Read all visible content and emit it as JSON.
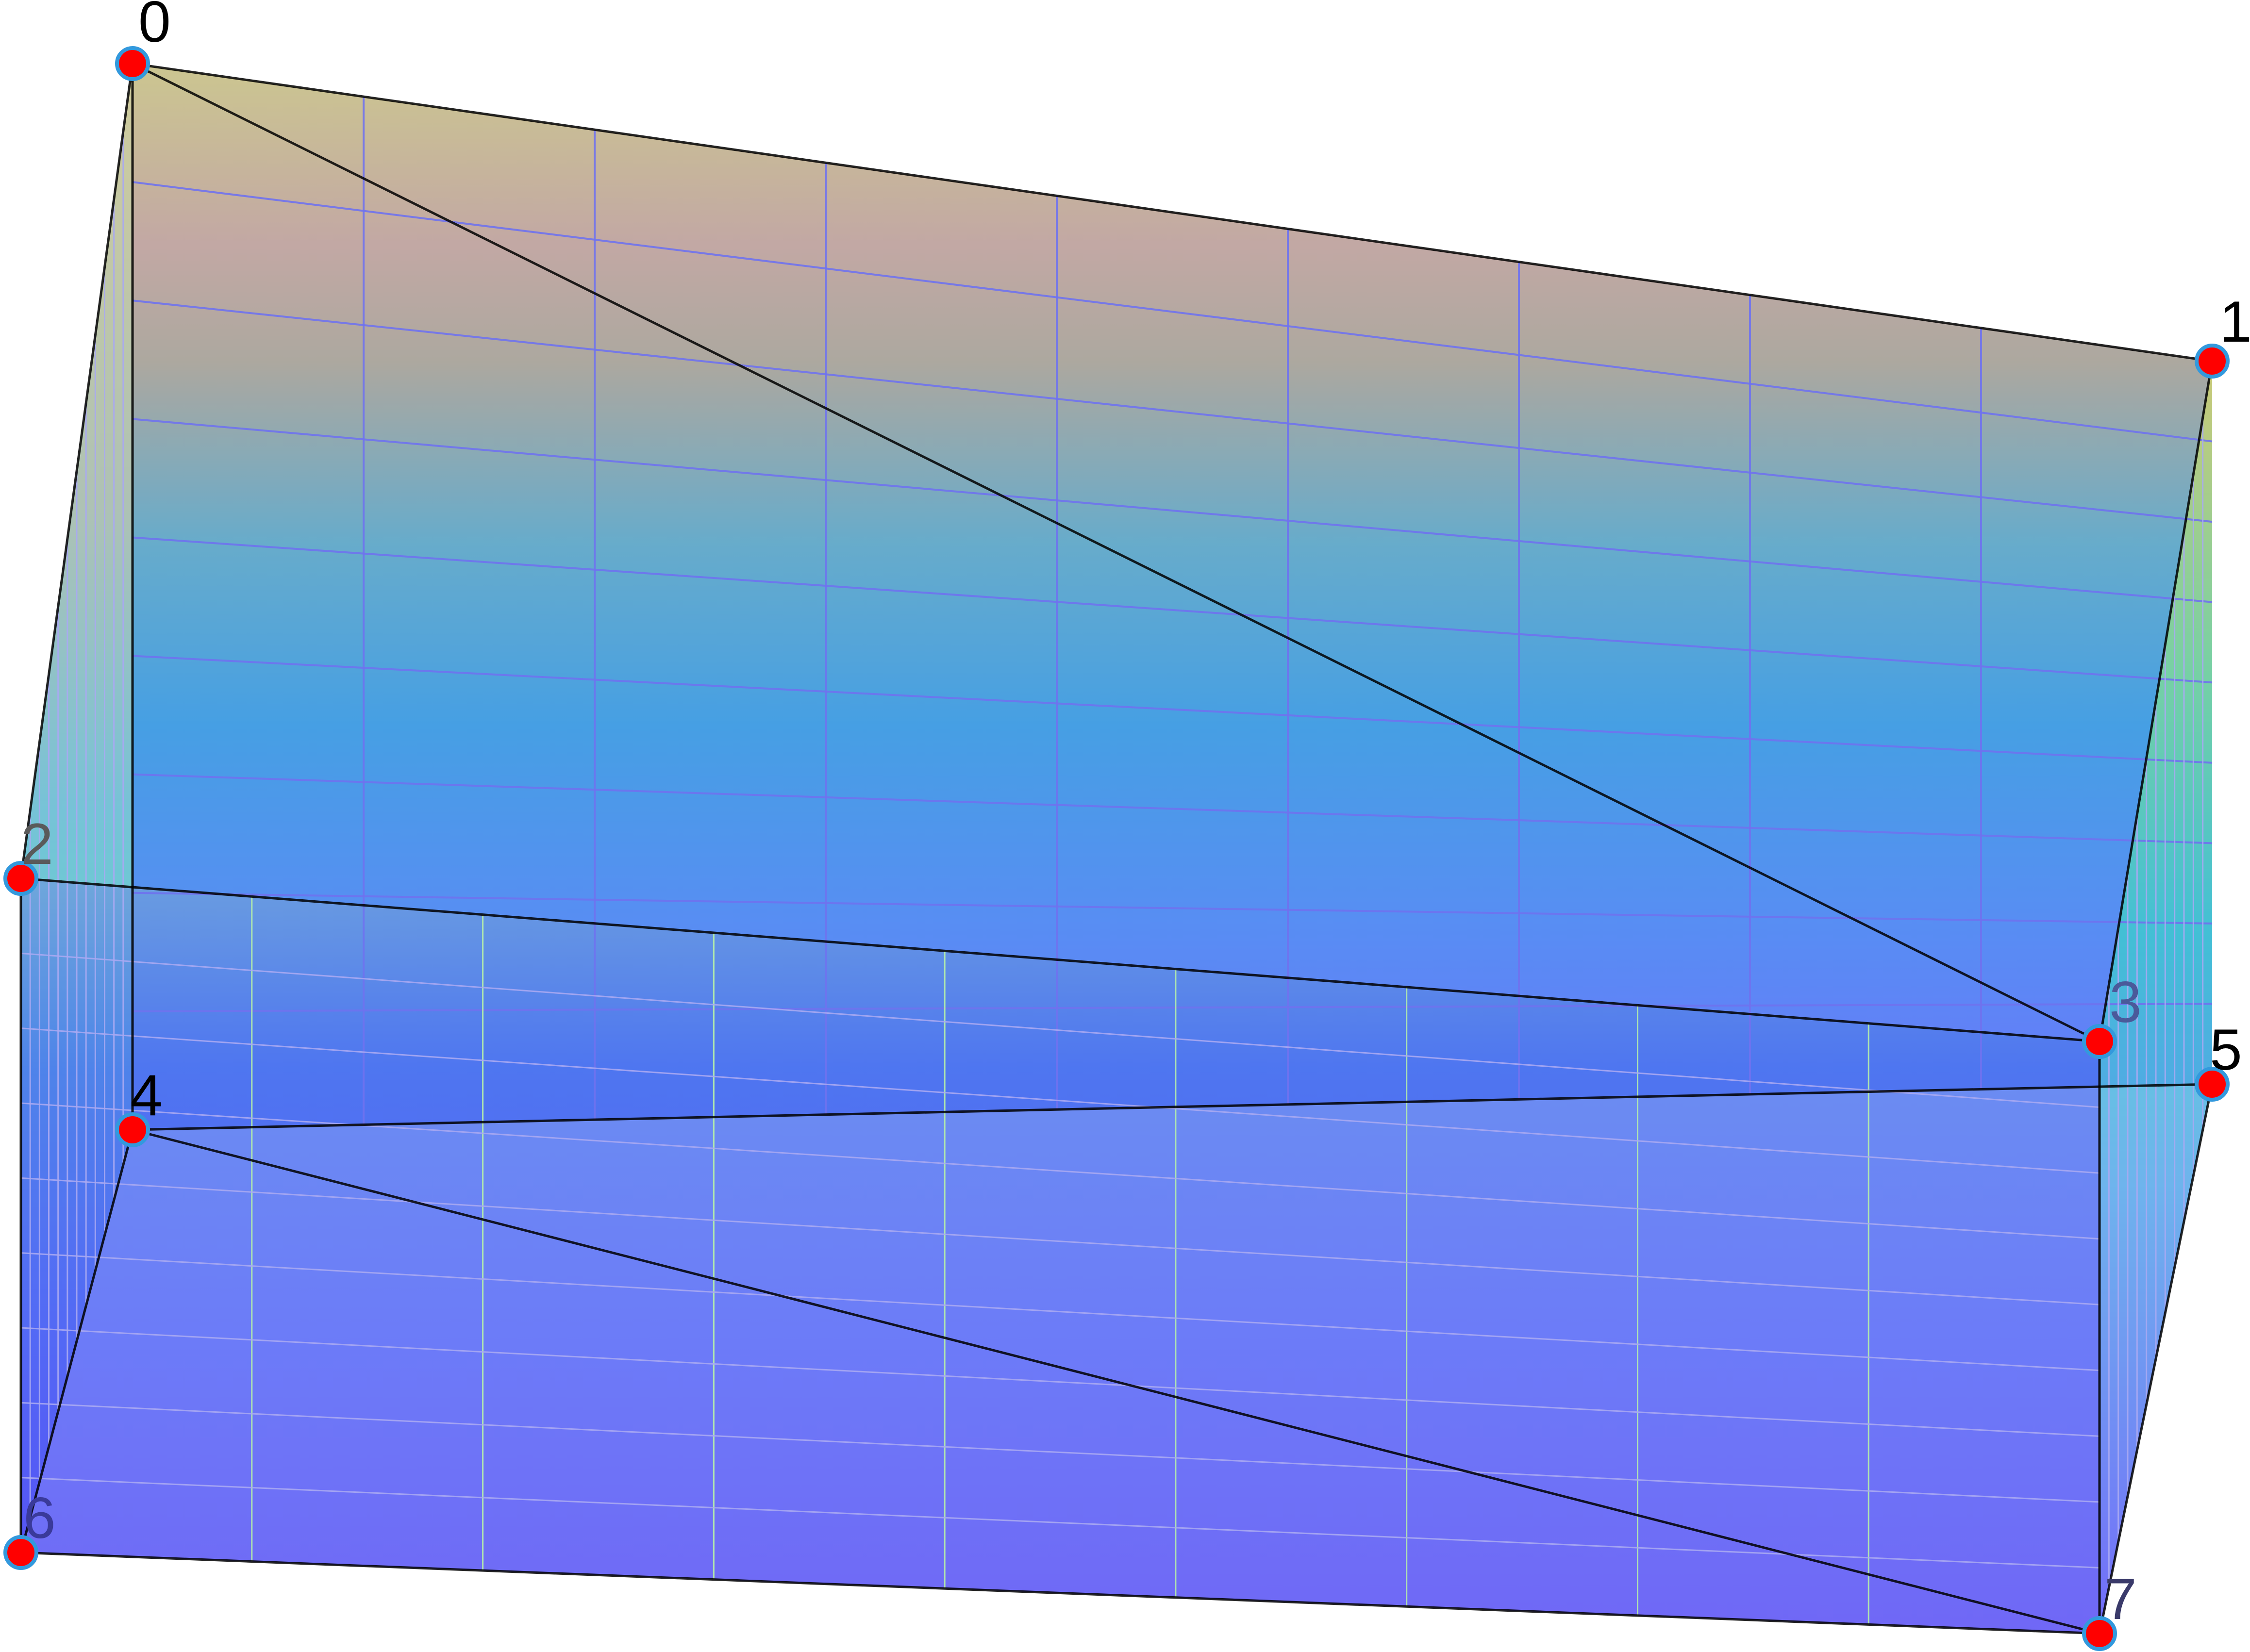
{
  "vertices": [
    {
      "id": "0",
      "label": "0",
      "label_color": "#000000"
    },
    {
      "id": "1",
      "label": "1",
      "label_color": "#000000"
    },
    {
      "id": "2",
      "label": "2",
      "label_color": "#5a5a5a"
    },
    {
      "id": "3",
      "label": "3",
      "label_color": "#4a5a9a"
    },
    {
      "id": "4",
      "label": "4",
      "label_color": "#000000"
    },
    {
      "id": "5",
      "label": "5",
      "label_color": "#000000"
    },
    {
      "id": "6",
      "label": "6",
      "label_color": "#3a3a9a"
    },
    {
      "id": "7",
      "label": "7",
      "label_color": "#3a3a6a"
    }
  ],
  "edges": [
    [
      "0",
      "1"
    ],
    [
      "0",
      "2"
    ],
    [
      "0",
      "4"
    ],
    [
      "1",
      "3"
    ],
    [
      "2",
      "3"
    ],
    [
      "2",
      "6"
    ],
    [
      "4",
      "5"
    ],
    [
      "4",
      "6"
    ],
    [
      "3",
      "7"
    ],
    [
      "5",
      "7"
    ],
    [
      "6",
      "7"
    ],
    [
      "0",
      "3"
    ],
    [
      "4",
      "7"
    ]
  ],
  "colors": {
    "vertex_fill": "#ff0000",
    "vertex_stroke": "#3399dd",
    "edge": "#000000",
    "grid_line": "#6f72ee",
    "grid_line_light": "#a8a9f2",
    "grid_line_green": "#b6f0a8",
    "gradient_top": "#c7c28a",
    "gradient_mid": "#3d9ce0",
    "gradient_bottom": "#5050f8"
  }
}
